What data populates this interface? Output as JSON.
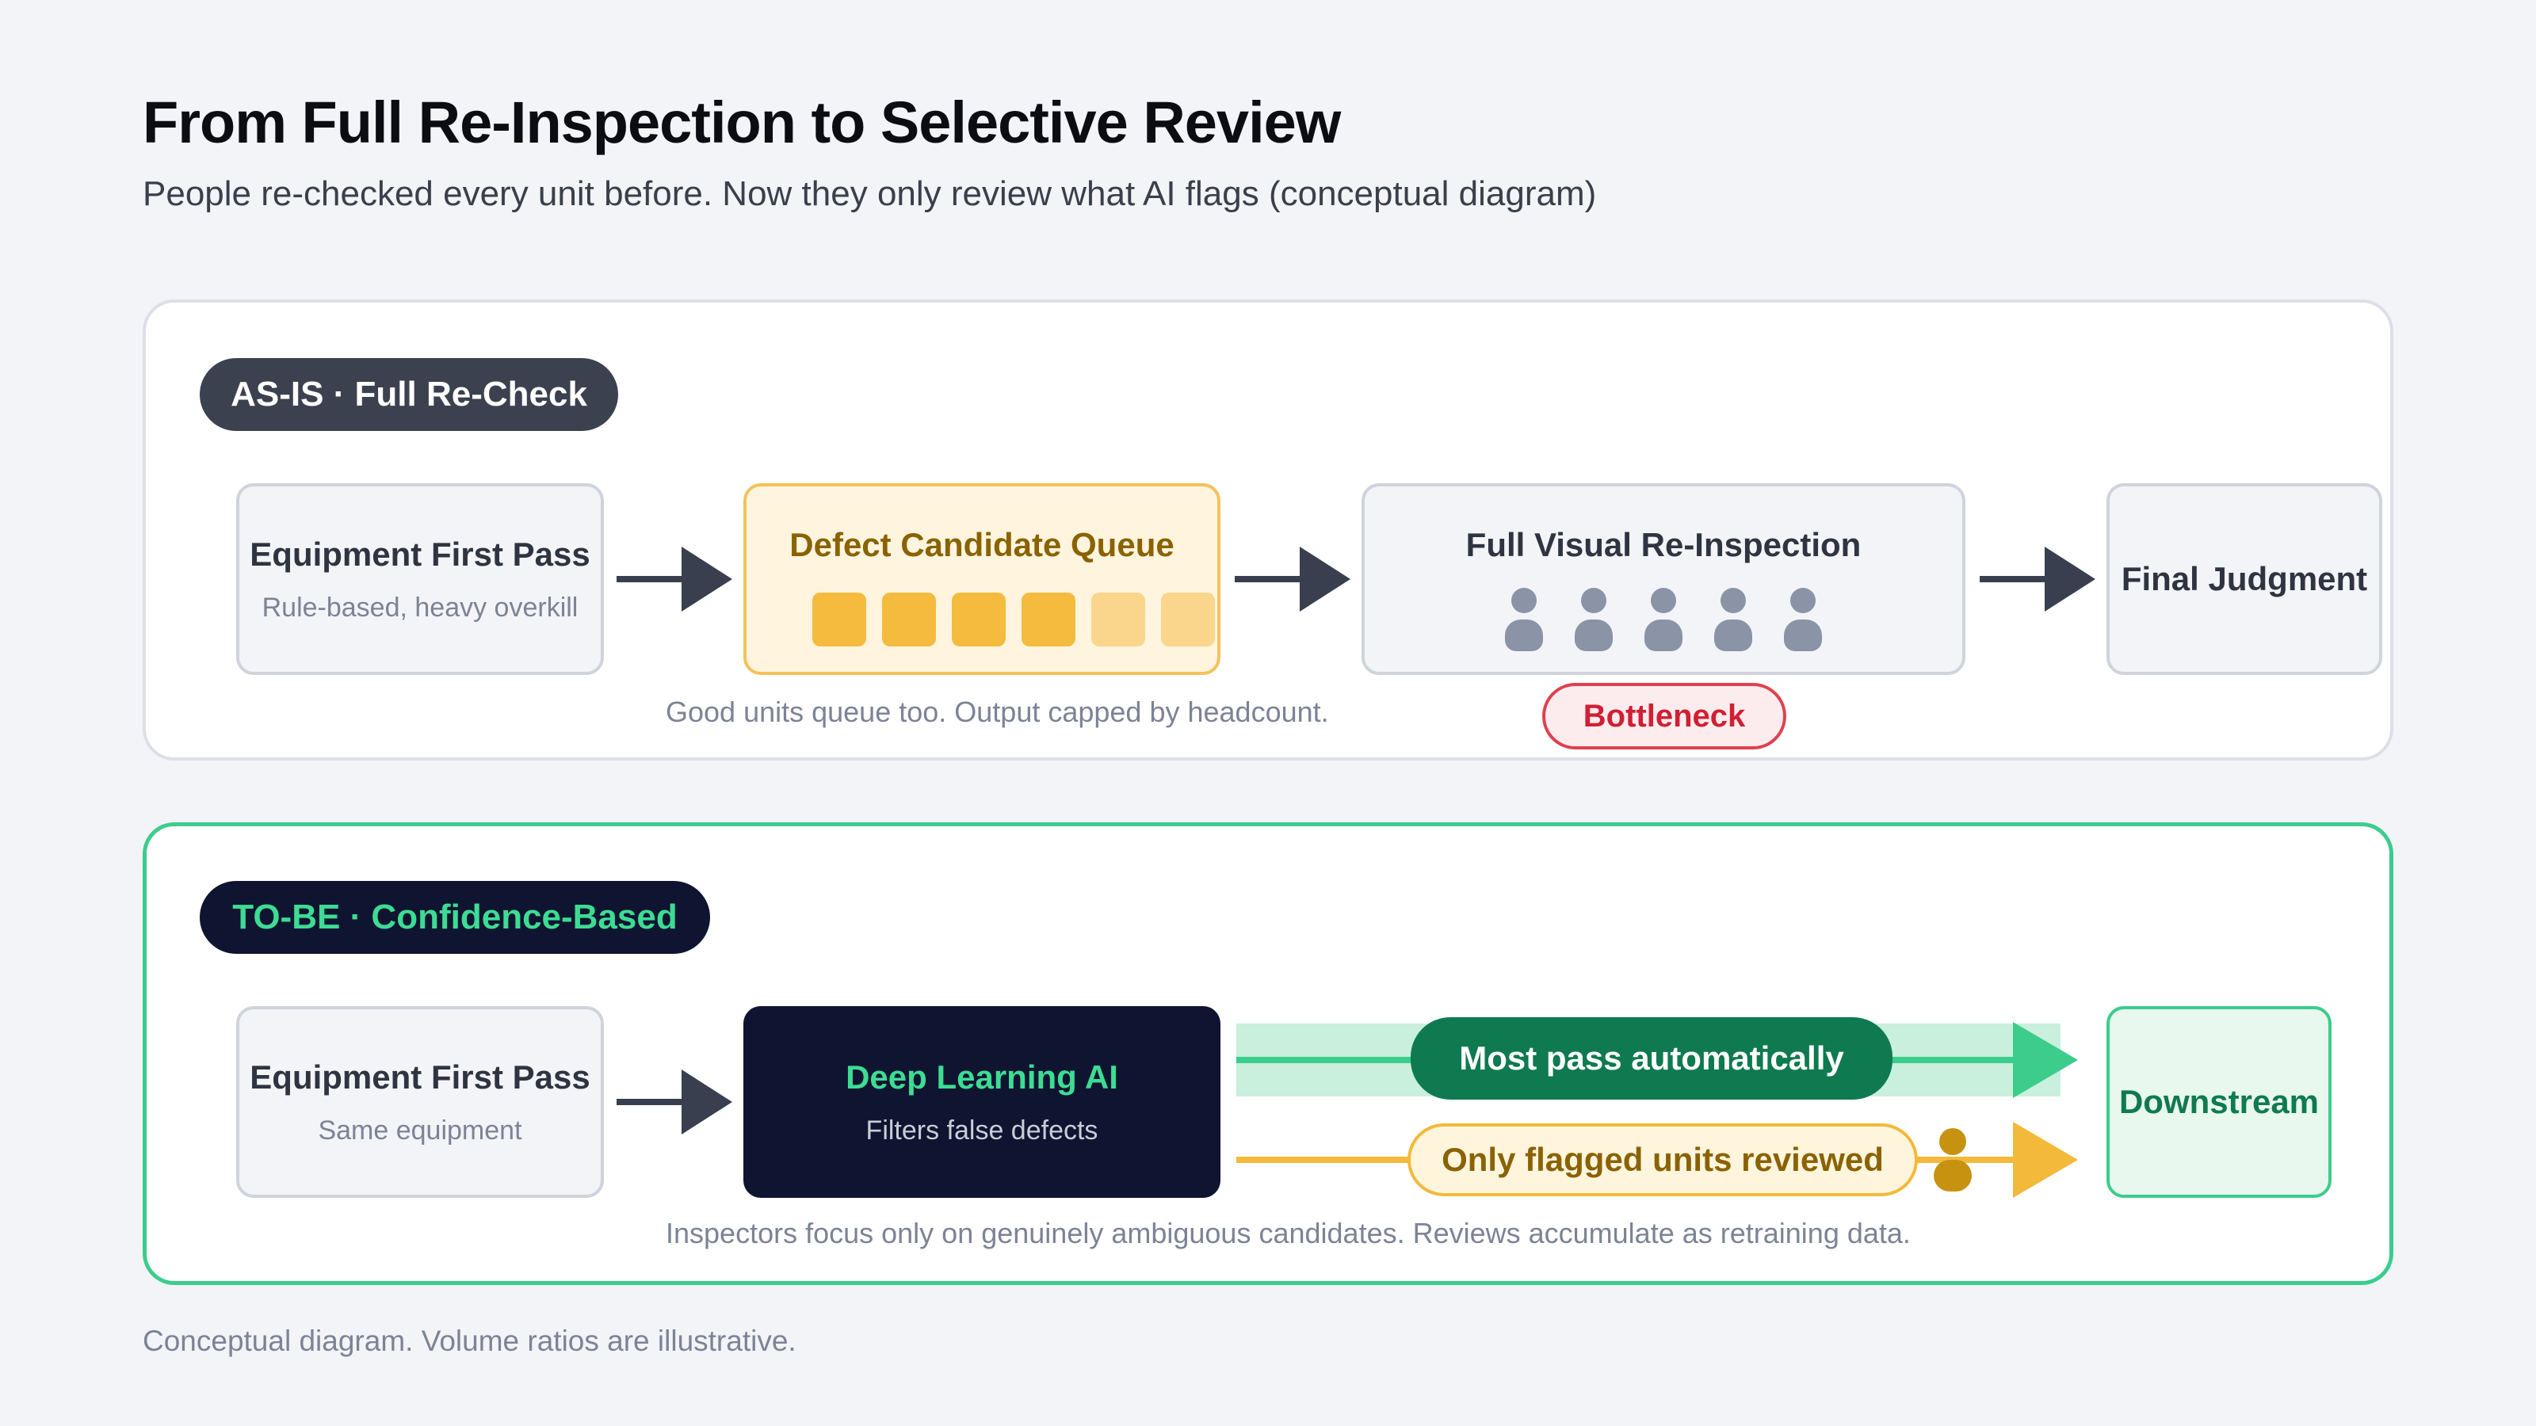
{
  "title": "From Full Re-Inspection to Selective Review",
  "subtitle": "People re-checked every unit before. Now they only review what AI flags (conceptual diagram)",
  "asis": {
    "pill": "AS-IS · Full Re-Check",
    "first_pass_title": "Equipment First Pass",
    "first_pass_sub": "Rule-based, heavy overkill",
    "queue_title": "Defect Candidate Queue",
    "queue_items_solid": 4,
    "queue_items_light": 2,
    "reinspection_title": "Full Visual Re-Inspection",
    "inspector_count": 5,
    "final_title": "Final Judgment",
    "caption": "Good units queue too. Output capped by headcount.",
    "badge": "Bottleneck"
  },
  "tobe": {
    "pill": "TO-BE · Confidence-Based",
    "first_pass_title": "Equipment First Pass",
    "first_pass_sub": "Same equipment",
    "ai_title": "Deep Learning AI",
    "ai_sub": "Filters false defects",
    "auto_label": "Most pass automatically",
    "flagged_label": "Only flagged units reviewed",
    "downstream_title": "Downstream",
    "caption": "Inspectors focus only on genuinely ambiguous candidates. Reviews accumulate as retraining data."
  },
  "footer": "Conceptual diagram. Volume ratios are illustrative.",
  "colors": {
    "accent_green": "#3ccc8c",
    "dark_green": "#0f7a4f",
    "amber": "#f3b93a",
    "queue_amber": "#f5bb3f",
    "bottleneck_red": "#d11f33",
    "navy": "#0f1530",
    "arrow_dark": "#3a3f4f"
  },
  "icons": [
    "arrow-right-icon",
    "person-icon",
    "queue-item-icon"
  ]
}
